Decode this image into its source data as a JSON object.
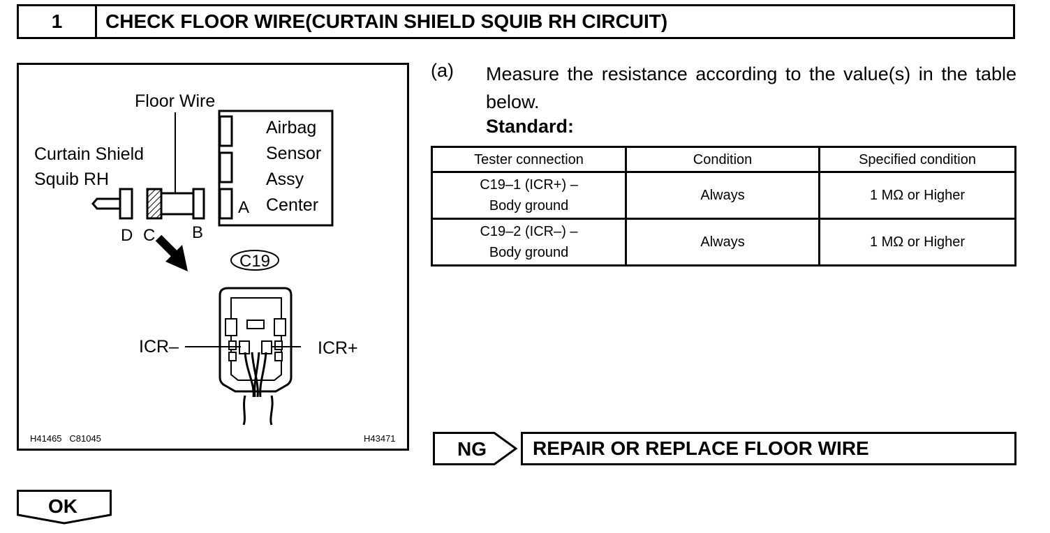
{
  "step": {
    "number": "1",
    "title": "CHECK FLOOR WIRE(CURTAIN SHIELD SQUIB RH CIRCUIT)"
  },
  "diagram": {
    "floor_wire_label": "Floor Wire",
    "curtain_label_line1": "Curtain Shield",
    "curtain_label_line2": "Squib RH",
    "airbag_line1": "Airbag",
    "airbag_line2": "Sensor",
    "airbag_line3": "Assy",
    "airbag_line4": "Center",
    "connector_a": "A",
    "connector_b": "B",
    "connector_c": "C",
    "connector_d": "D",
    "connector_code": "C19",
    "icr_minus": "ICR–",
    "icr_plus": "ICR+",
    "ref_left": "H41465   C81045",
    "ref_right": "H43471"
  },
  "instruction": {
    "marker": "(a)",
    "text": "Measure the resistance according to the value(s) in the table below.",
    "standard_label": "Standard:"
  },
  "table": {
    "headers": [
      "Tester connection",
      "Condition",
      "Specified condition"
    ],
    "rows": [
      {
        "connection_line1": "C19–1 (ICR+) –",
        "connection_line2": "Body ground",
        "condition": "Always",
        "specified": "1 MΩ or Higher"
      },
      {
        "connection_line1": "C19–2 (ICR–) –",
        "connection_line2": "Body ground",
        "condition": "Always",
        "specified": "1 MΩ or Higher"
      }
    ]
  },
  "results": {
    "ng_label": "NG",
    "ng_action": "REPAIR OR REPLACE FLOOR WIRE",
    "ok_label": "OK"
  }
}
